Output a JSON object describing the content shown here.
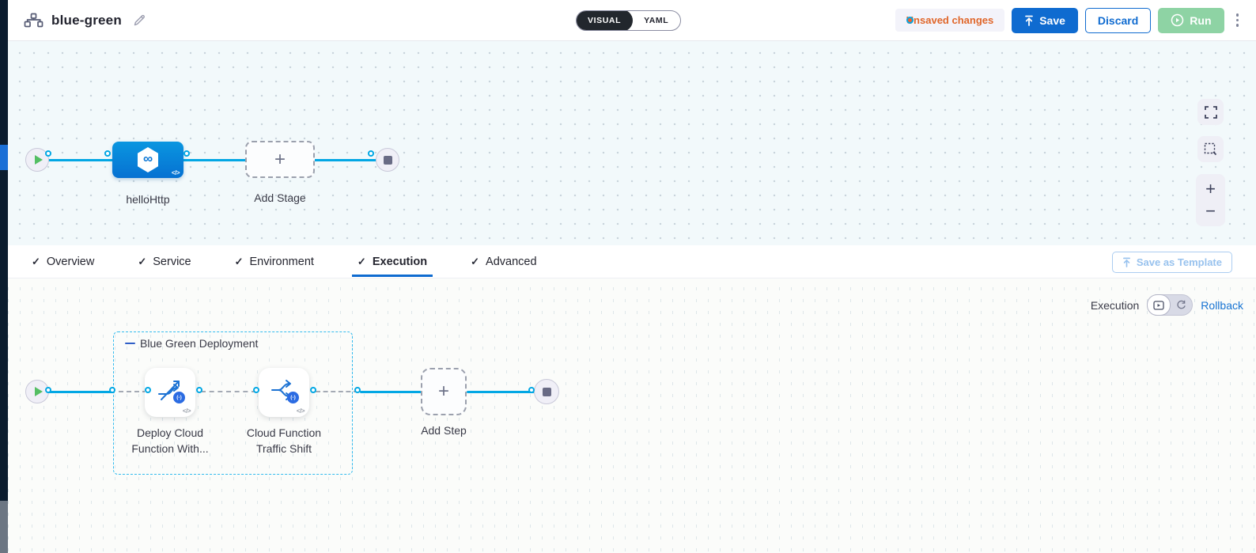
{
  "header": {
    "title": "blue-green",
    "view_modes": {
      "visual": "VISUAL",
      "yaml": "YAML"
    },
    "unsaved_badge": "Unsaved changes",
    "save": "Save",
    "discard": "Discard",
    "run": "Run"
  },
  "pipeline": {
    "stage_label": "helloHttp",
    "add_stage": "Add Stage"
  },
  "tabs": [
    {
      "label": "Overview",
      "active": false
    },
    {
      "label": "Service",
      "active": false
    },
    {
      "label": "Environment",
      "active": false
    },
    {
      "label": "Execution",
      "active": true
    },
    {
      "label": "Advanced",
      "active": false
    }
  ],
  "tabbar": {
    "save_as_template": "Save as Template"
  },
  "execution": {
    "mode_label": "Execution",
    "rollback": "Rollback",
    "group_label": "Blue Green Deployment",
    "steps": [
      {
        "line1": "Deploy Cloud",
        "line2": "Function With..."
      },
      {
        "line1": "Cloud Function",
        "line2": "Traffic Shift"
      }
    ],
    "add_step": "Add Step"
  },
  "icons": {
    "check": "✓",
    "plus": "+",
    "minus": "−",
    "infinity": "∞",
    "code": "</>",
    "fn_badge": "(-)"
  },
  "colors": {
    "accent_blue": "#0f6bd0",
    "cyan_connector": "#02a7e4",
    "orange_unsaved": "#e0662a",
    "run_green": "#8ed3a4",
    "stage_node_blue": "#0a96e0",
    "nav_sliver_navy": "#0b1c2e",
    "group_border_cyan": "#33bbee",
    "save_template_blue": "#98c2ee"
  }
}
